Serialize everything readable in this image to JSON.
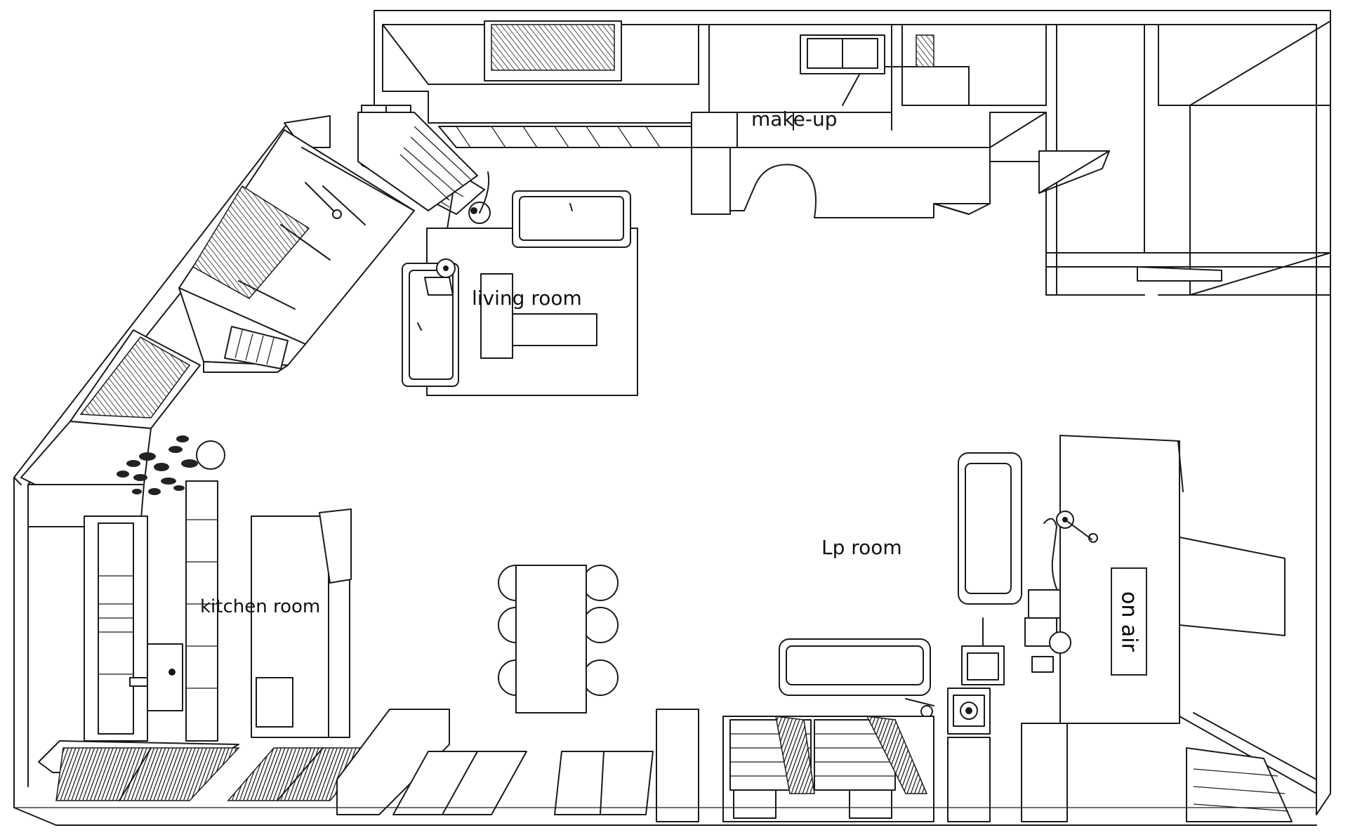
{
  "rooms": {
    "makeup": "make-up",
    "living": "living room",
    "lp": "Lp room",
    "kitchen": "kitchen room",
    "onair": "on air"
  }
}
